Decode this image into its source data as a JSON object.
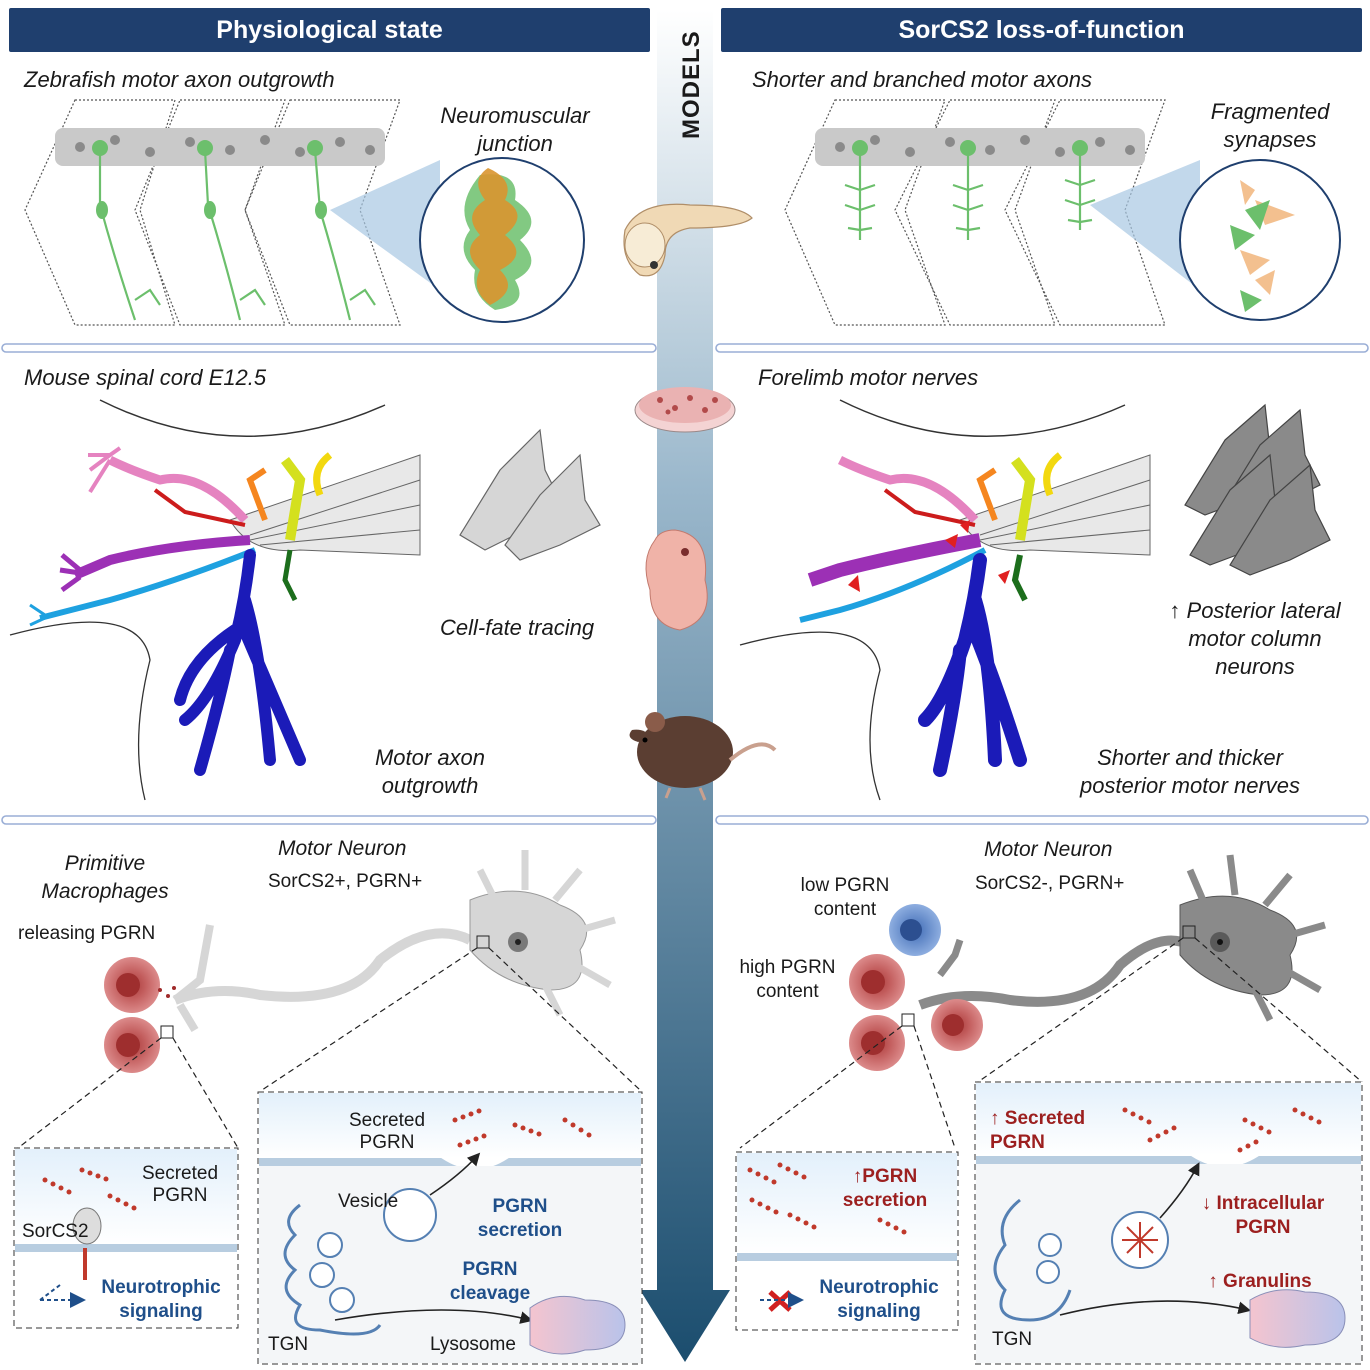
{
  "headers": {
    "left": "Physiological state",
    "right": "SorCS2 loss-of-function",
    "center": "MODELS"
  },
  "row1": {
    "left_title": "Zebrafish motor axon outgrowth",
    "left_callout": "Neuromuscular junction",
    "right_title": "Shorter and branched motor axons",
    "right_callout": "Fragmented synapses"
  },
  "row2": {
    "left_title": "Mouse spinal cord E12.5",
    "left_mid": "Cell-fate tracing",
    "left_bottom": "Motor axon outgrowth",
    "right_title": "Forelimb motor nerves",
    "right_mid": "↑ Posterior lateral motor column neurons",
    "right_bottom": "Shorter and thicker posterior motor nerves"
  },
  "row3": {
    "left": {
      "macrophages_title": "Primitive Macrophages",
      "macrophages_sub": "releasing PGRN",
      "neuron_title": "Motor Neuron",
      "neuron_sub": "SorCS2+, PGRN+",
      "box1_secreted": "Secreted PGRN",
      "box1_receptor": "SorCS2",
      "box1_signal": "Neurotrophic signaling",
      "box2_secreted": "Secreted PGRN",
      "box2_vesicle": "Vesicle",
      "box2_secretion": "PGRN secretion",
      "box2_cleavage": "PGRN cleavage",
      "box2_tgn": "TGN",
      "box2_lysosome": "Lysosome"
    },
    "right": {
      "low_content": "low PGRN content",
      "high_content": "high PGRN content",
      "neuron_title": "Motor Neuron",
      "neuron_sub": "SorCS2-, PGRN+",
      "box1_secretion": "↑PGRN secretion",
      "box1_signal": "Neurotrophic signaling",
      "box2_secreted": "↑ Secreted PGRN",
      "box2_intracellular": "↓ Intracellular PGRN",
      "box2_granulins": "↑ Granulins",
      "box2_tgn": "TGN"
    }
  },
  "colors": {
    "header": "#1f3f6e",
    "axon_green": "#6cbf6c",
    "pgrn_red": "#c0392b",
    "macrophage": "#c85a5a",
    "blue_text": "#1f4f8a",
    "red_text": "#9c1f1f"
  }
}
